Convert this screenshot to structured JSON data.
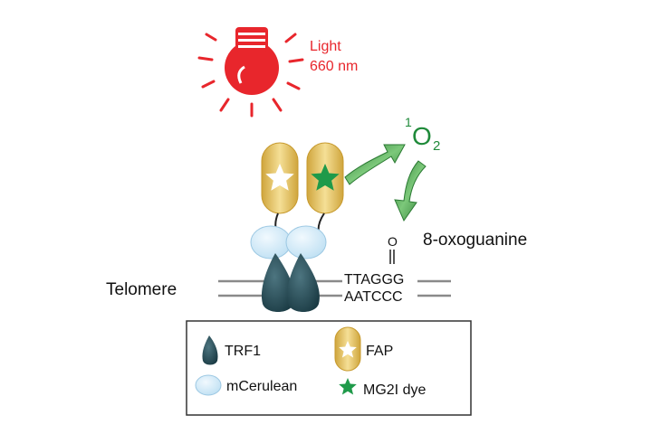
{
  "light": {
    "label_line1": "Light",
    "label_line2": "660 nm",
    "color": "#e8262c"
  },
  "singlet_oxygen": {
    "superscript": "1",
    "symbol": "O",
    "subscript": "2",
    "color": "#1f8a3a"
  },
  "lesion": {
    "oxygen_atom": "O",
    "label": "8-oxoguanine"
  },
  "telomere": {
    "label": "Telomere",
    "top_strand": "TTAGGG",
    "bottom_strand": "AATCCC"
  },
  "legend": {
    "trf1": "TRF1",
    "mcerulean": "mCerulean",
    "fap": "FAP",
    "dye": "MG2I dye"
  },
  "colors": {
    "fap_gold": "#e2b94a",
    "trf1_dark": "#264b55",
    "mcerulean_blue": "#cfe8f7",
    "dye_green": "#1f9a4a",
    "arrow_green": "#2e8a3e"
  },
  "icons": {
    "light": "light-bulb-icon",
    "star": "star-icon",
    "arrow": "curved-arrow-icon"
  }
}
